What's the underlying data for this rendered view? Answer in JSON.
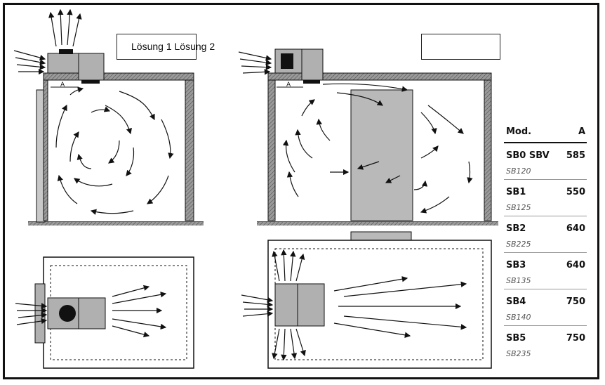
{
  "solution_label": "Lösung 1  Lösung 2",
  "table": {
    "header_model": "Mod.",
    "header_value": "A",
    "rows": [
      {
        "model": "SB0 SBV",
        "value": "585",
        "alt": "SB120"
      },
      {
        "model": "SB1",
        "value": "550",
        "alt": "SB125"
      },
      {
        "model": "SB2",
        "value": "640",
        "alt": "SB225"
      },
      {
        "model": "SB3",
        "value": "640",
        "alt": "SB135"
      },
      {
        "model": "SB4",
        "value": "750",
        "alt": "SB140"
      },
      {
        "model": "SB5",
        "value": "750",
        "alt": "SB235"
      }
    ]
  },
  "diagram_labels": {
    "dimension_left": "A",
    "dimension_right": "A"
  },
  "colors": {
    "unit_gray": "#b0b0b0",
    "wall_gray": "#8c8c8c",
    "stack_gray": "#b9b9b9",
    "line": "#111111"
  }
}
